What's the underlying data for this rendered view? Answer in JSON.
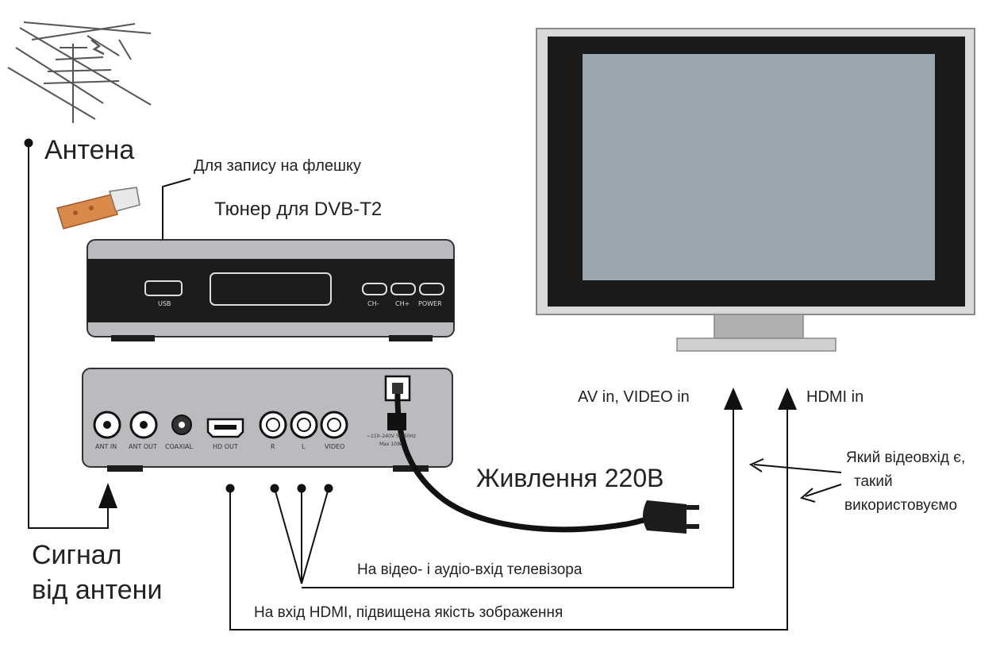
{
  "labels": {
    "antenna": "Антена",
    "usb_note": "Для запису на флешку",
    "tuner_title": "Тюнер для DVB-T2",
    "signal_line1": "Сигнал",
    "signal_line2": "від антени",
    "av_in": "AV in,  VIDEO in",
    "hdmi_in": "HDMI in",
    "power": "Живлення 220В",
    "note_line1": "Який відеовхід є,",
    "note_line2": "такий",
    "note_line3": "використовуємо",
    "av_route": "На відео- і аудіо-вхід телевізора",
    "hdmi_route": "На вхід HDMI, підвищена якість зображення"
  },
  "front_panel": {
    "usb": "USB",
    "ch_minus": "CH-",
    "ch_plus": "CH+",
    "power": "POWER"
  },
  "rear_panel": {
    "ant_in": "ANT IN",
    "ant_out": "ANT OUT",
    "coaxial": "COAXIAL",
    "hd_out": "HD OUT",
    "r": "R",
    "l": "L",
    "video": "VIDEO",
    "power_spec_1": "~110–240V 50/60Hz",
    "power_spec_2": "Max 10W"
  },
  "colors": {
    "line": "#111111",
    "tv_screen": "#9ba7b0",
    "tv_frame": "#1a1a1a",
    "tuner_body": "#b9bbbe",
    "tuner_band": "#1c1c1c",
    "usb_stick": "#d98a4a"
  }
}
